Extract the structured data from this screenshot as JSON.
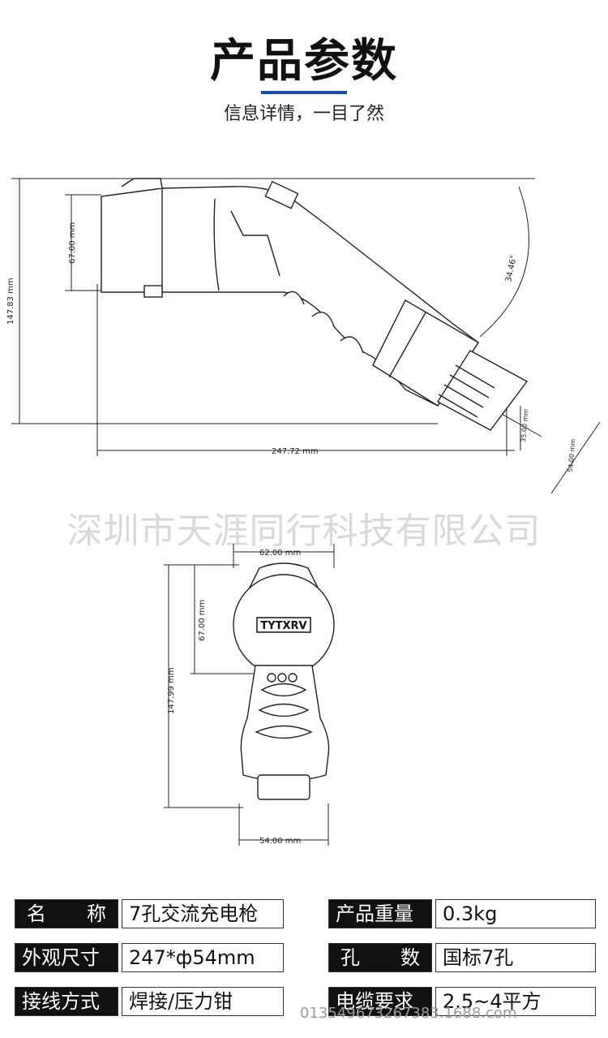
{
  "header": {
    "title": "产品参数",
    "subtitle": "信息详情，一目了然",
    "accent_color": "#1d4aa8"
  },
  "side_view": {
    "dim_height_total": "147.83 mm",
    "dim_head_height": "67.00 mm",
    "dim_length": "247.72 mm",
    "dim_angle": "34.46°",
    "dim_tail_inner": "35.00 mm",
    "dim_tail_outer": "54.00 mm"
  },
  "watermark": "深圳市天涯同行科技有限公司",
  "front_view": {
    "brand": "TYTXRV",
    "dim_width_top": "62.00 mm",
    "dim_head_height": "67.00 mm",
    "dim_height_total": "147.99 mm",
    "dim_width_bottom": "54.00 mm"
  },
  "specs": [
    {
      "label_chars": [
        "名",
        "称"
      ],
      "value": "7孔交流充电枪",
      "label2": "产品重量",
      "value2": "0.3kg"
    },
    {
      "label": "外观尺寸",
      "value": "247*ф54mm",
      "label2_chars": [
        "孔",
        "数"
      ],
      "value2": "国标7孔"
    },
    {
      "label": "接线方式",
      "value": "焊接/压力钳",
      "label2": "电缆要求",
      "value2": "2.5~4平方"
    }
  ],
  "footer_overlay": "013549673267383.1688.com"
}
